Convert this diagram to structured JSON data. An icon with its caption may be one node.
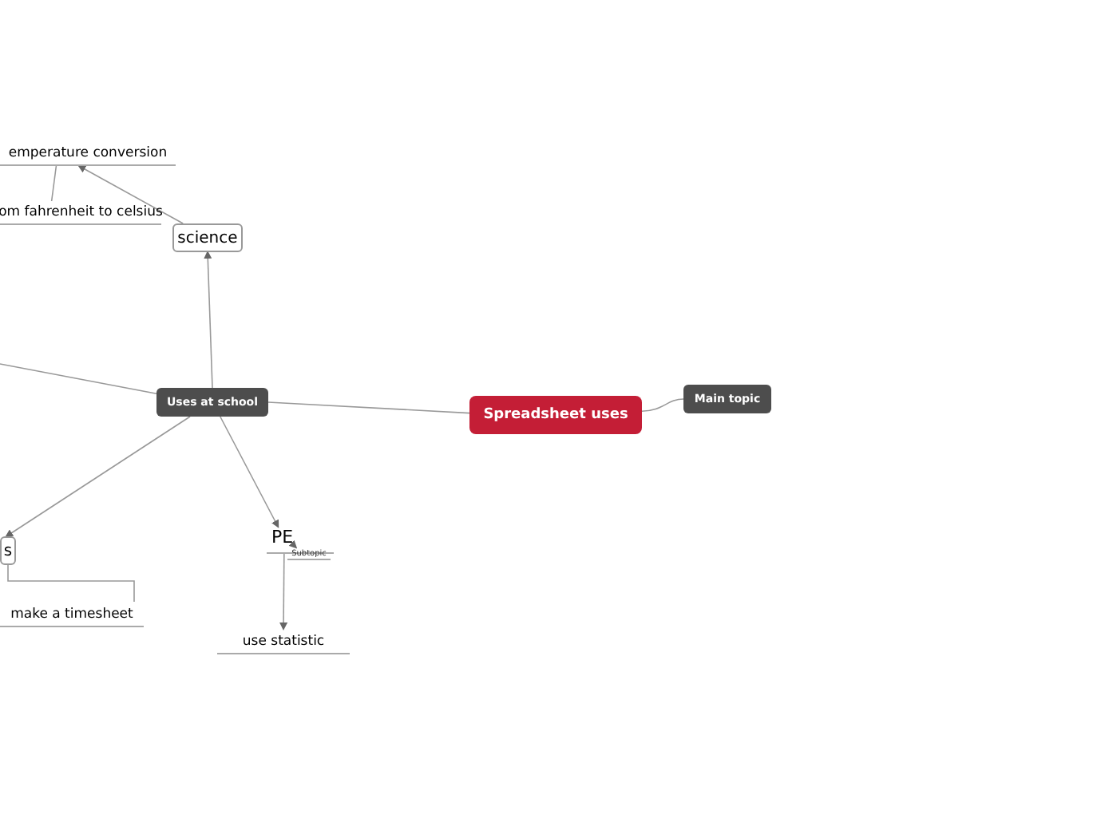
{
  "diagram": {
    "nodes": [
      {
        "text": [
          "Spreadsheet uses"
        ]
      },
      {
        "text": [
          "Main topic"
        ]
      },
      {
        "text": [
          "Uses at school"
        ]
      },
      {
        "text": [
          "science"
        ]
      },
      {
        "text": [
          "emperature conversion"
        ]
      },
      {
        "text": [
          "om fahrenheit to celsius"
        ]
      },
      {
        "text": [
          "s"
        ]
      },
      {
        "text": [
          "make a timesheet"
        ]
      },
      {
        "text": [
          "PE"
        ]
      },
      {
        "text": [
          "Subtopic"
        ]
      },
      {
        "text": [
          "use statistic"
        ]
      }
    ],
    "edges": [
      {
        "from": 0,
        "to": 1,
        "arrow": "none"
      },
      {
        "from": 0,
        "to": 2,
        "arrow": "none"
      },
      {
        "from": 2,
        "to": 3,
        "arrow": "to"
      },
      {
        "from": 3,
        "to": 4,
        "arrow": "to"
      },
      {
        "from": 4,
        "to": 5,
        "arrow": "none"
      },
      {
        "from": null,
        "to": 2,
        "arrow": "none"
      },
      {
        "from": 2,
        "to": 6,
        "arrow": "to"
      },
      {
        "from": 6,
        "to": 7,
        "arrow": "none"
      },
      {
        "from": 2,
        "to": 8,
        "arrow": "to"
      },
      {
        "from": 8,
        "to": 9,
        "arrow": "to"
      },
      {
        "from": 8,
        "to": 10,
        "arrow": "to"
      }
    ]
  }
}
